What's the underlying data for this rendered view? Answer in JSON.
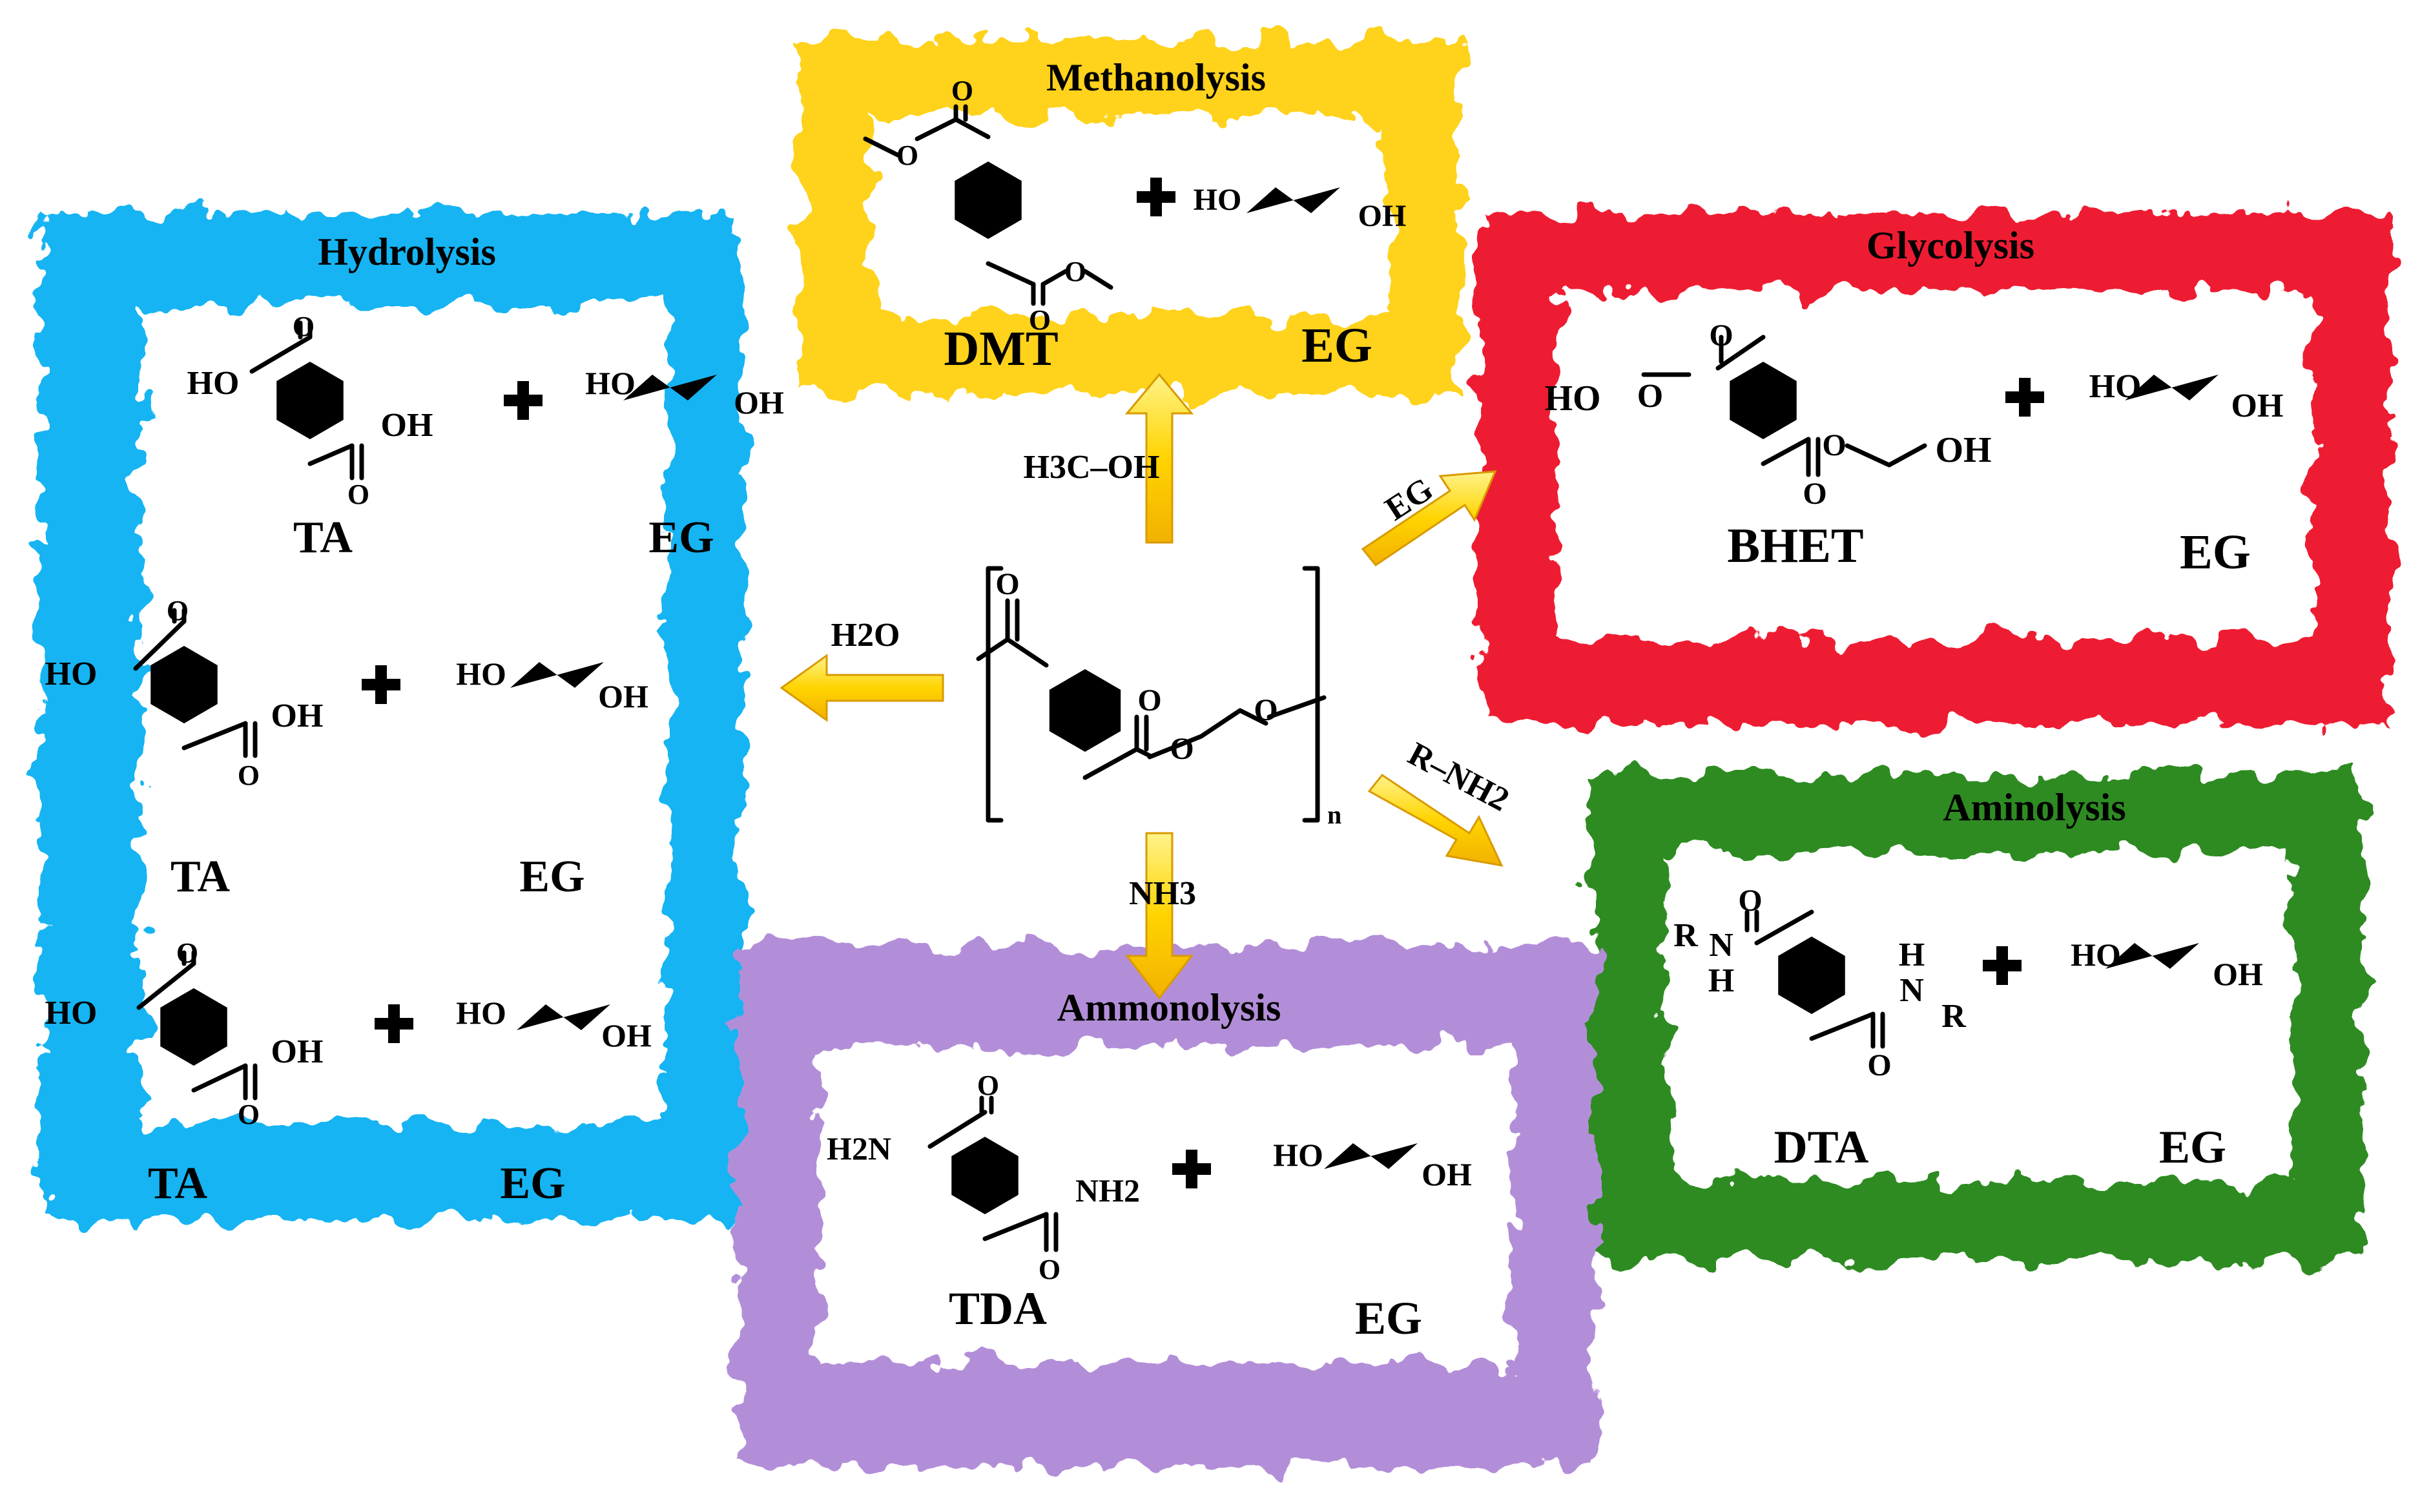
{
  "center": {
    "repeat_subscript": "n"
  },
  "reagents": {
    "methanol": "H3C–OH",
    "water": "H2O",
    "glycol": "EG",
    "amine": "R–NH2",
    "ammonia": "NH3"
  },
  "frames": {
    "methanolysis": {
      "title": "Methanolysis",
      "color": "#FFD21F",
      "product1": "DMT",
      "product2": "EG",
      "plus": "+"
    },
    "hydrolysis": {
      "title": "Hydrolysis",
      "color": "#16B4F2",
      "rows": [
        {
          "product1": "TA",
          "product2": "EG",
          "plus": "+"
        },
        {
          "product1": "TA",
          "product2": "EG",
          "plus": "+"
        },
        {
          "product1": "TA",
          "product2": "EG",
          "plus": "+"
        }
      ]
    },
    "glycolysis": {
      "title": "Glycolysis",
      "color": "#EE1C33",
      "product1": "BHET",
      "product2": "EG",
      "plus": "+"
    },
    "aminolysis": {
      "title": "Aminolysis",
      "color": "#2E8B22",
      "product1": "DTA",
      "product2": "EG",
      "plus": "+"
    },
    "ammonolysis": {
      "title": "Ammonolysis",
      "color": "#B38ED8",
      "product1": "TDA",
      "product2": "EG",
      "plus": "+"
    }
  },
  "arrow_colors": {
    "light": "#FFF38A",
    "dark": "#F2B100"
  },
  "icons": [
    "ring-molecule-icon",
    "arrow-icon",
    "plus-icon"
  ]
}
